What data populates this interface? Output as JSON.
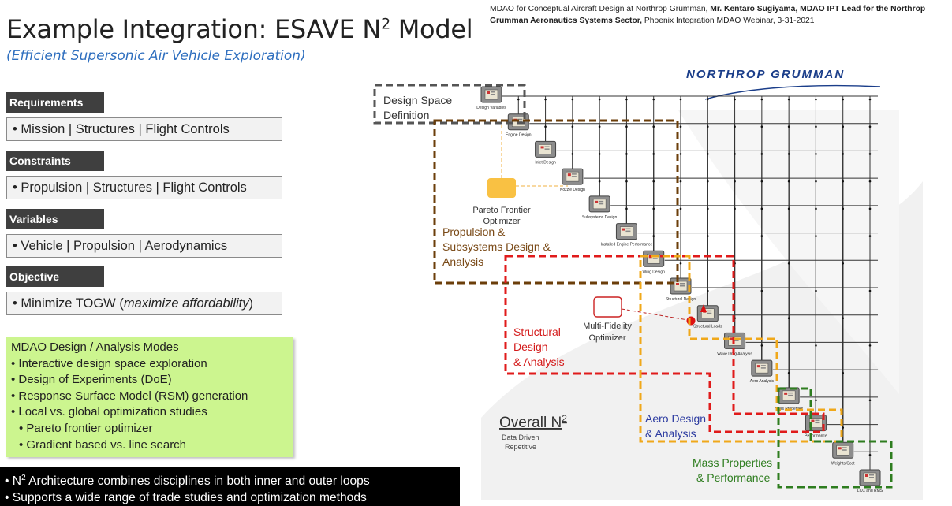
{
  "header": {
    "title_main": "Example Integration: ESAVE N",
    "title_sup": "2",
    "title_end": " Model",
    "subtitle": "(Efficient Supersonic Air Vehicle Exploration)",
    "citation_p1": "MDAO for Conceptual Aircraft Design at Northrop Grumman, ",
    "citation_b1": "Mr. Kentaro Sugiyama, MDAO IPT Lead for the Northrop Grumman Aeronautics Systems Sector,",
    "citation_p2": " Phoenix Integration MDAO Webinar, 3-31-2021"
  },
  "sections": [
    {
      "heading": "Requirements",
      "content": "• Mission  |  Structures  |  Flight Controls"
    },
    {
      "heading": "Constraints",
      "content": "• Propulsion | Structures | Flight Controls"
    },
    {
      "heading": "Variables",
      "content": "• Vehicle | Propulsion | Aerodynamics"
    },
    {
      "heading": "Objective",
      "content_pre": "• Minimize TOGW (",
      "content_em": "maximize affordability",
      "content_post": ")"
    }
  ],
  "modes": {
    "heading": "MDAO Design / Analysis Modes",
    "items": [
      "• Interactive design space exploration",
      "• Design of Experiments (DoE)",
      "• Response Surface Model (RSM) generation",
      "• Local vs. global optimization studies"
    ],
    "subitems": [
      "• Pareto frontier optimizer",
      "• Gradient based vs. line search"
    ]
  },
  "footer": {
    "line1_pre": "• N",
    "line1_sup": "2",
    "line1_post": " Architecture combines disciplines in both inner and outer loops",
    "line2": "• Supports a wide range of trade studies and optimization methods"
  },
  "logo": "NORTHROP GRUMMAN",
  "diagram": {
    "nodes": [
      "Design Variables",
      "Engine Design",
      "Inlet Design",
      "Nozzle Design",
      "Subsystems Design",
      "Installed Engine Performance",
      "Wing Design",
      "Structural Design",
      "Structural Loads",
      "Wave Drag Analysis",
      "Aero Analysis",
      "Mass Properties",
      "Performance",
      "Weights/Cost",
      "LCC and RMS"
    ],
    "labels": {
      "design_space_1": "Design Space",
      "design_space_2": "Definition",
      "pareto_1": "Pareto Frontier",
      "pareto_2": "Optimizer",
      "prop_1": "Propulsion &",
      "prop_2": "Subsystems  Design &",
      "prop_3": "Analysis",
      "struct_1": "Structural",
      "struct_2": "Design",
      "struct_3": "& Analysis",
      "mf_1": "Multi-Fidelity",
      "mf_2": "Optimizer",
      "overall": "Overall N",
      "overall_sup": "2",
      "dd_1": "Data Driven",
      "dd_2": "Repetitive",
      "aero_1": "Aero Design",
      "aero_2": "& Analysis",
      "mass_1": "Mass Properties",
      "mass_2": "& Performance"
    },
    "colors": {
      "design_space": "#555555",
      "propulsion": "#6b3e0a",
      "structural": "#e01b1b",
      "aero": "#f0a81a",
      "mass": "#2e7d1f",
      "pareto": "#f9c143",
      "aero_text": "#2b3aa0",
      "mass_text": "#2e7d1f",
      "struct_text": "#d41a1a",
      "prop_text": "#7a4a17"
    }
  }
}
